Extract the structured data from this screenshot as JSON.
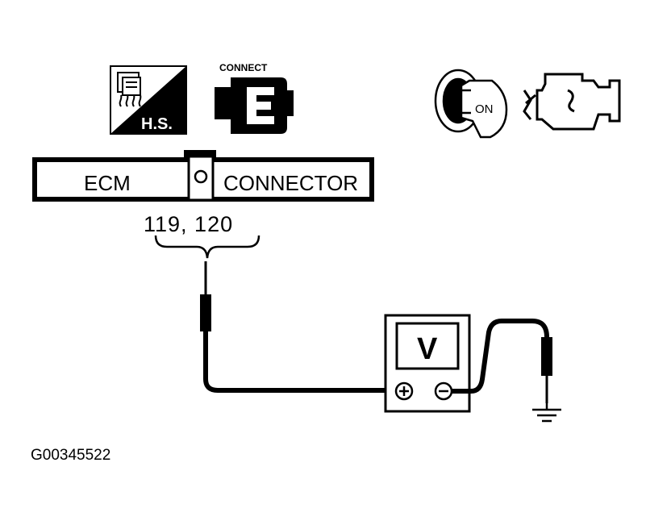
{
  "diagram": {
    "hs_badge": {
      "icon": "harness-connector-icon",
      "text": "H.S."
    },
    "connect_badge": {
      "label": "CONNECT",
      "icon": "connector-plug-icon"
    },
    "ignition": {
      "icon": "ignition-key-icon",
      "key_label": "ON"
    },
    "engine": {
      "icon": "engine-off-icon"
    },
    "connector_box": {
      "left_label": "ECM",
      "right_label": "CONNECTOR"
    },
    "pins_label": "119, 120",
    "voltmeter": {
      "label": "V",
      "plus_icon": "plus-terminal-icon",
      "minus_icon": "minus-terminal-icon"
    },
    "ground": {
      "icon": "ground-symbol-icon"
    },
    "figure_id": "G00345522"
  }
}
